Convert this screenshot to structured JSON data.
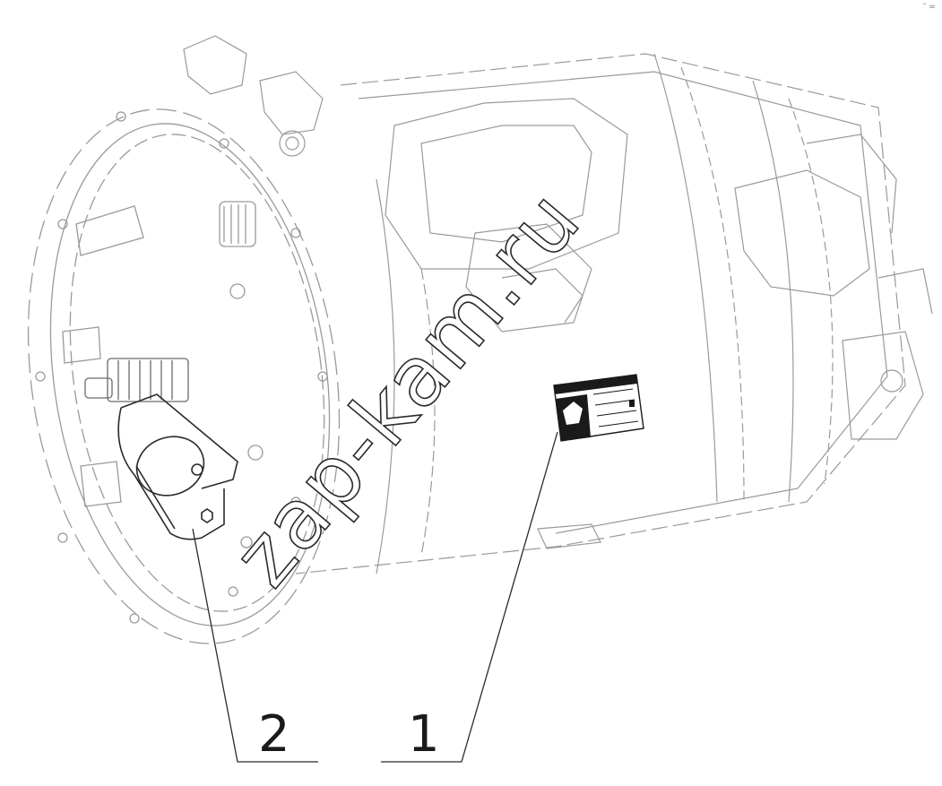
{
  "diagram": {
    "callouts": [
      {
        "number": "2",
        "part": "shift-cover-cap"
      },
      {
        "number": "1",
        "part": "nameplate-label"
      }
    ],
    "watermark": "zap-kam.ru",
    "corner_mark": "″ ="
  },
  "colors": {
    "line": "#2a2a2a",
    "faint_line": "#9a9a9a",
    "label_fill": "#1a1a1a",
    "background": "#ffffff"
  }
}
